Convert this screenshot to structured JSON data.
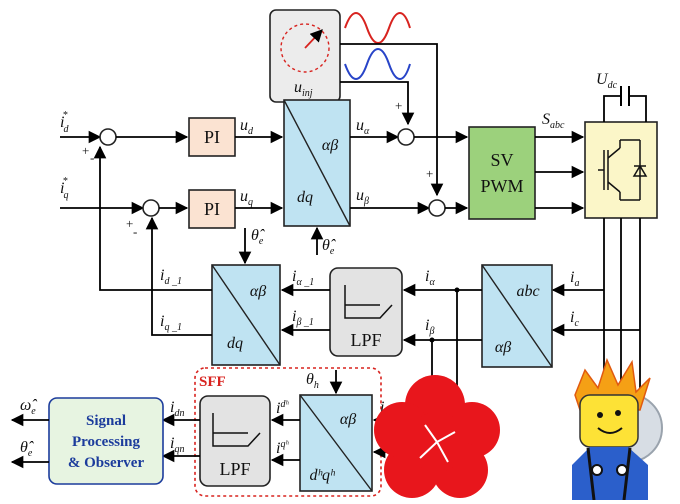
{
  "blocks": {
    "pi": "PI",
    "svpwm": [
      "SV",
      "PWM"
    ],
    "lpf": "LPF",
    "sff": "SFF",
    "ab": "αβ",
    "dq": "dq",
    "abc": "abc",
    "dhqh": "dʰqʰ",
    "observer": [
      "Signal",
      "Processing",
      "& Observer"
    ]
  },
  "labels": {
    "id_ref": "i",
    "id_ref_sub": "d",
    "id_ref_sup": "*",
    "iq_ref": "i",
    "iq_ref_sub": "q",
    "iq_ref_sup": "*",
    "ud": "u",
    "ud_sub": "d",
    "uq": "u",
    "uq_sub": "q",
    "ualpha": "u",
    "ualpha_sub": "α",
    "ubeta": "u",
    "ubeta_sub": "β",
    "sabc": "S",
    "sabc_sub": "abc",
    "udc": "U",
    "udc_sub": "dc",
    "uinj": "u",
    "uinj_sub": "inj",
    "theta_e_hat": "θ̂",
    "theta_e_sub": "e",
    "theta_h": "θ",
    "theta_h_sub": "h",
    "id1": "i",
    "id1_sub": "d _1",
    "iq1": "i",
    "iq1_sub": "q _1",
    "ialpha1": "i",
    "ialpha1_sub": "α _1",
    "ibeta1": "i",
    "ibeta1_sub": "β _1",
    "ialpha": "i",
    "ialpha_sub": "α",
    "ibeta": "i",
    "ibeta_sub": "β",
    "ia": "i",
    "ia_sub": "a",
    "ic": "i",
    "ic_sub": "c",
    "idn": "i",
    "idn_sub": "dn",
    "iqn": "i",
    "iqn_sub": "qn",
    "idh": "i",
    "idh_sub": "dʰ",
    "iqh": "i",
    "iqh_sub": "qʰ",
    "omega_e_hat": "ω̂",
    "omega_e_sub": "e",
    "ia_partial": "i",
    "ib_partial": "i"
  },
  "signs": {
    "plus": "+",
    "minus": "-"
  },
  "colors": {
    "pi_fill": "#fbe3d2",
    "transform_fill": "#bfe3f2",
    "svpwm_fill": "#9cd17c",
    "inverter_fill": "#fbf6c8",
    "lpf_fill": "#e3e3e3",
    "observer_fill": "#e7f4e1",
    "observer_text": "#1c3c9c",
    "sff": "#d8231f",
    "wave_red": "#d8231f",
    "wave_blue": "#2844c8",
    "flower": "#e8161c"
  }
}
